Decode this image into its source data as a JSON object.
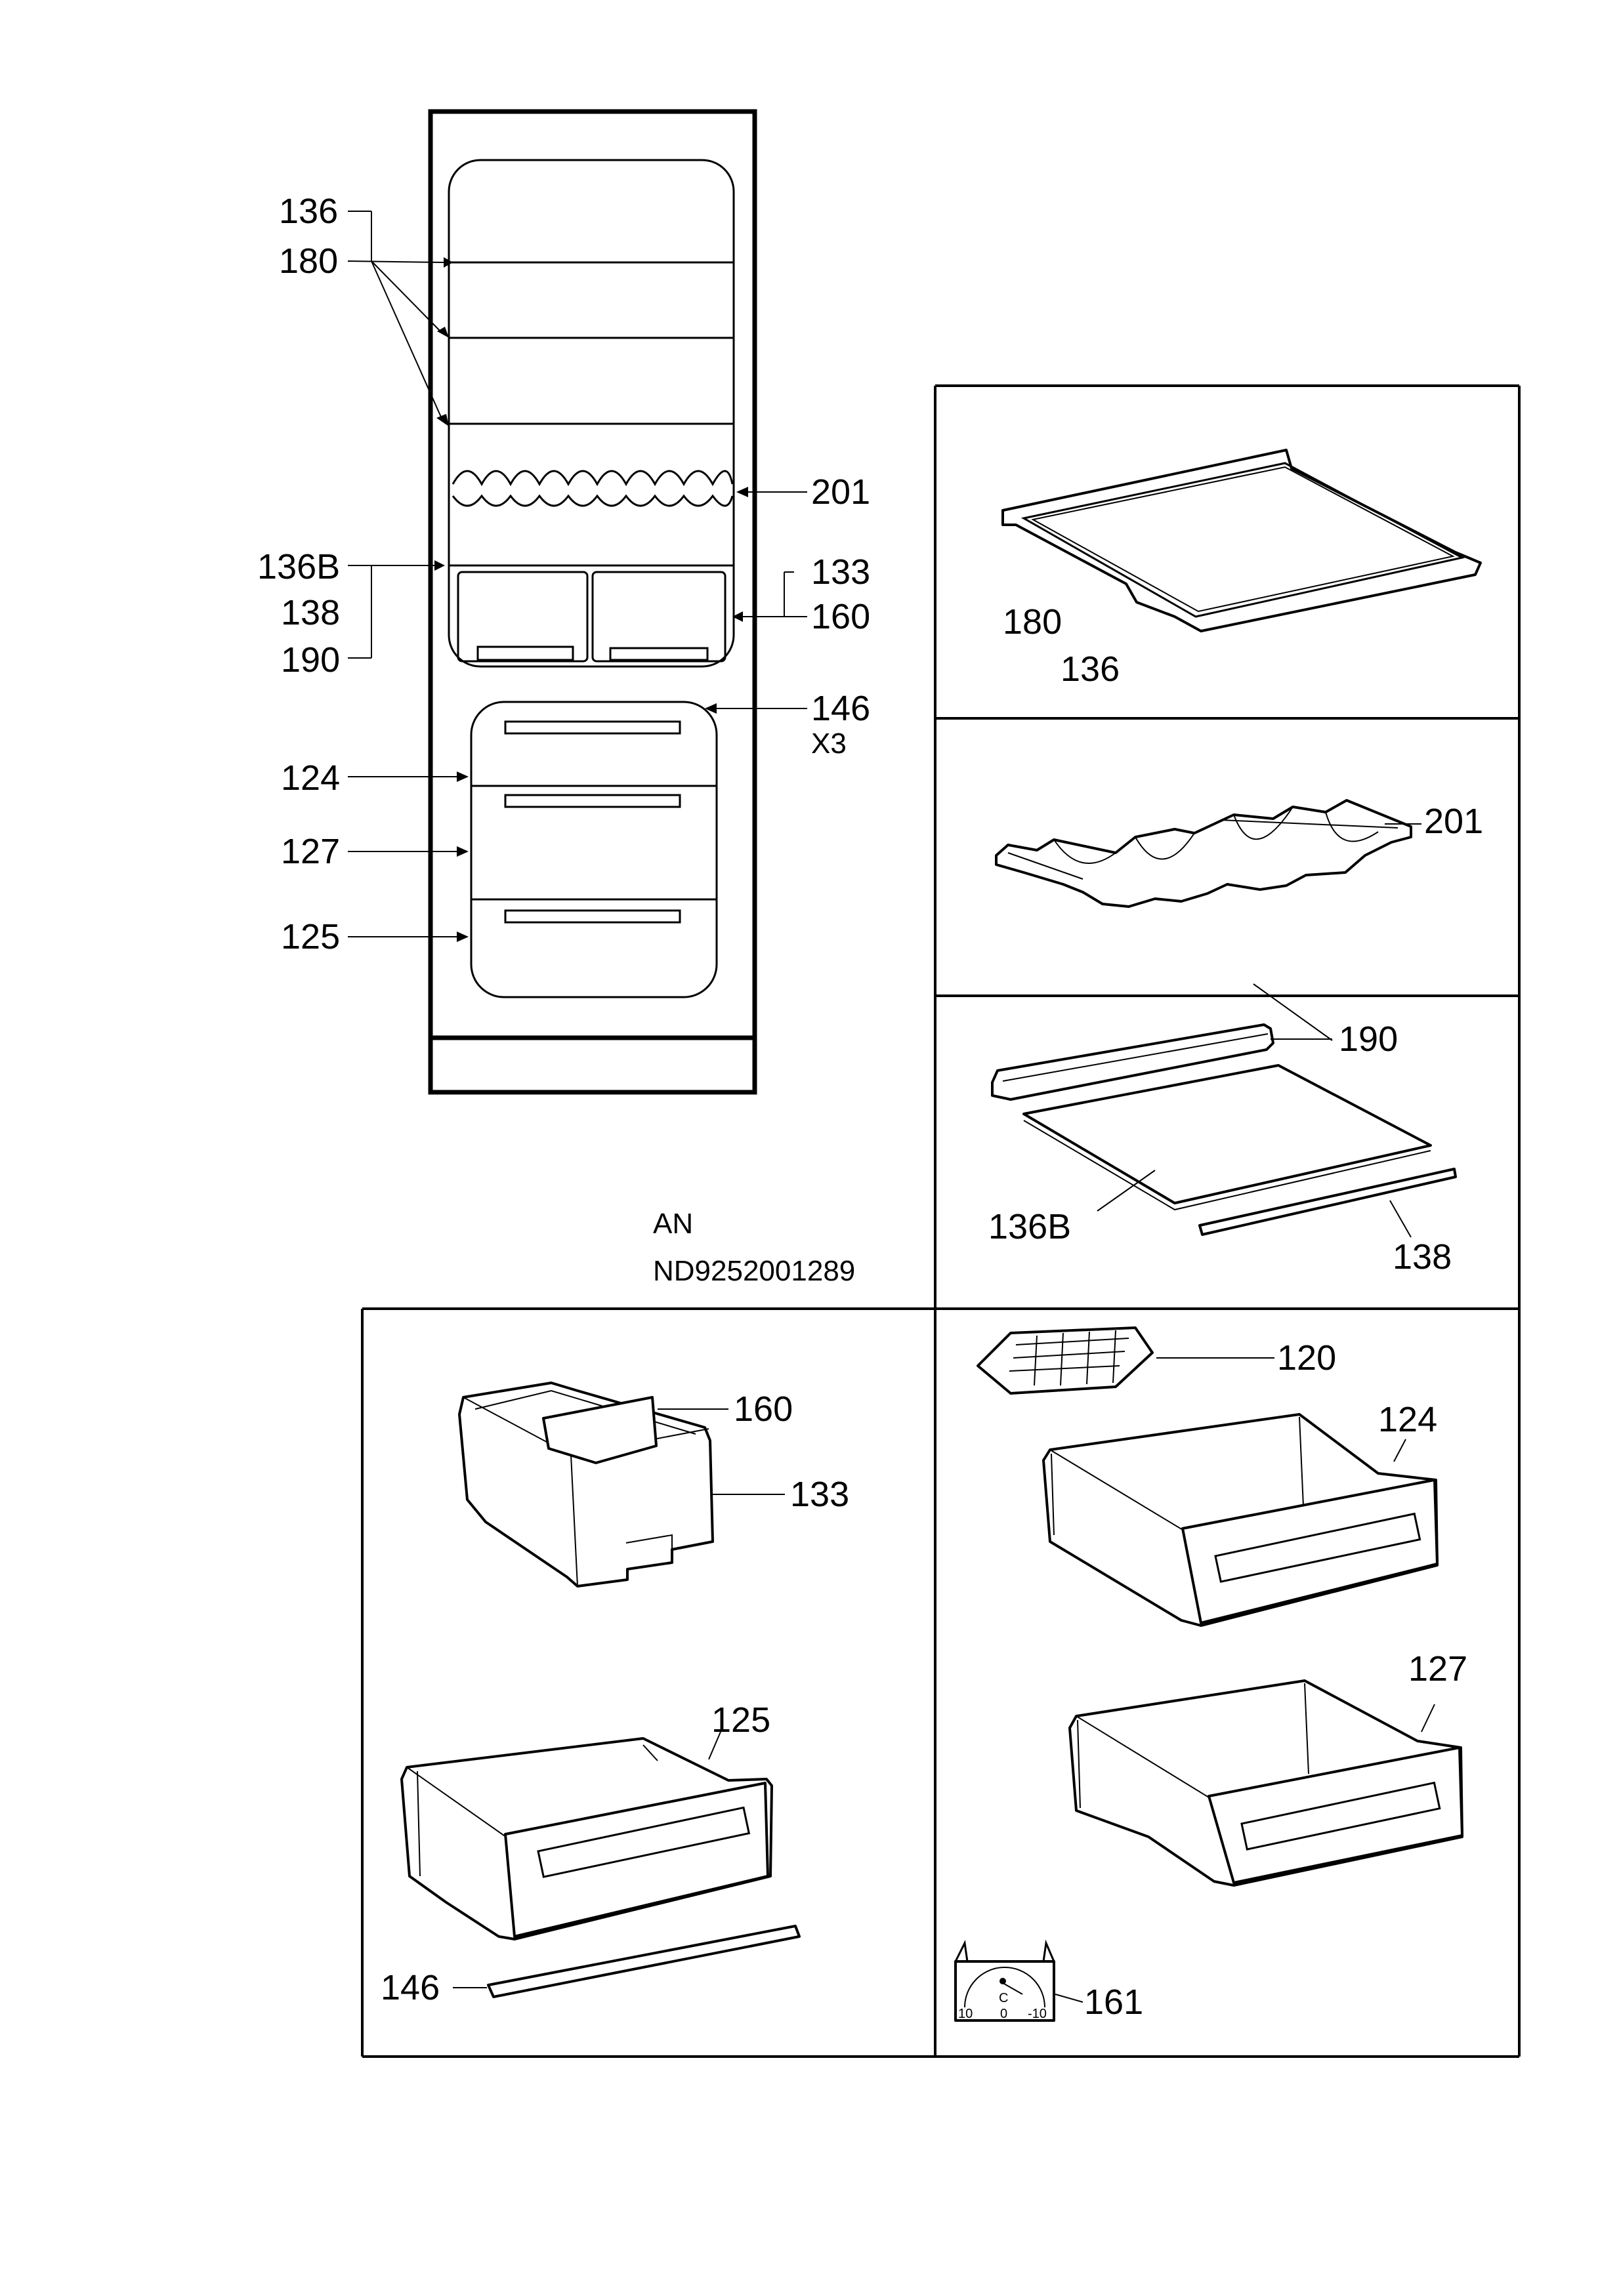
{
  "diagram": {
    "model_code": "AN",
    "part_number": "ND9252001289",
    "cabinet_callouts": {
      "c136": "136",
      "c180": "180",
      "c201": "201",
      "c136B": "136B",
      "c138": "138",
      "c190": "190",
      "c133": "133",
      "c160": "160",
      "c146": "146",
      "c146_qty": "X3",
      "c124": "124",
      "c127": "127",
      "c125": "125"
    },
    "panel_shelf": {
      "l180": "180",
      "l136": "136"
    },
    "panel_bottle_rack": {
      "l201": "201"
    },
    "panel_glass_shelf": {
      "l190": "190",
      "l136B": "136B",
      "l138": "138"
    },
    "panel_box": {
      "l160": "160",
      "l133": "133"
    },
    "panel_drawer_small": {
      "l125": "125",
      "l146": "146"
    },
    "panel_drawers": {
      "l120": "120",
      "l124": "124",
      "l127": "127",
      "l161": "161"
    },
    "thermometer": {
      "scale_left": "10",
      "scale_mid": "0",
      "scale_right": "-10",
      "unit": "C"
    }
  }
}
